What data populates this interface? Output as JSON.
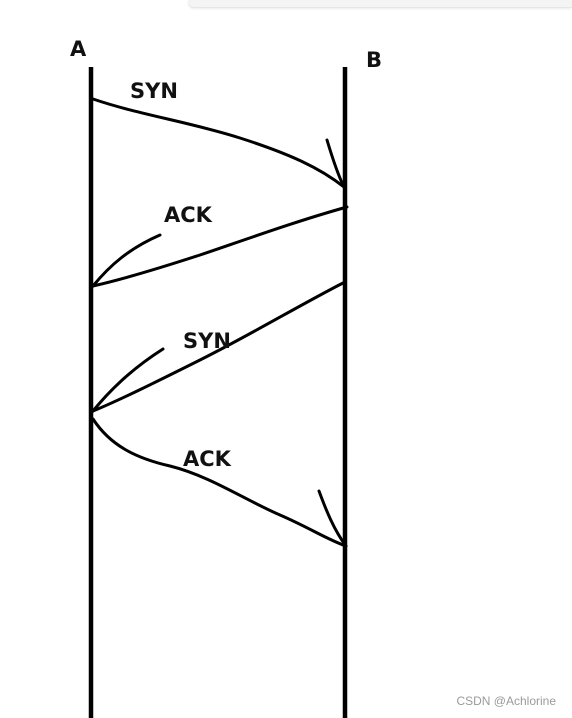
{
  "nodes": {
    "a_label": "A",
    "b_label": "B"
  },
  "messages": [
    {
      "label": "SYN",
      "from": "A",
      "to": "B"
    },
    {
      "label": "ACK",
      "from": "B",
      "to": "A"
    },
    {
      "label": "SYN",
      "from": "B",
      "to": "A"
    },
    {
      "label": "ACK",
      "from": "A",
      "to": "B"
    }
  ],
  "watermark": "CSDN @Achlorine",
  "colors": {
    "ink": "#000000",
    "background": "#ffffff",
    "watermark": "#9a9a9a"
  }
}
